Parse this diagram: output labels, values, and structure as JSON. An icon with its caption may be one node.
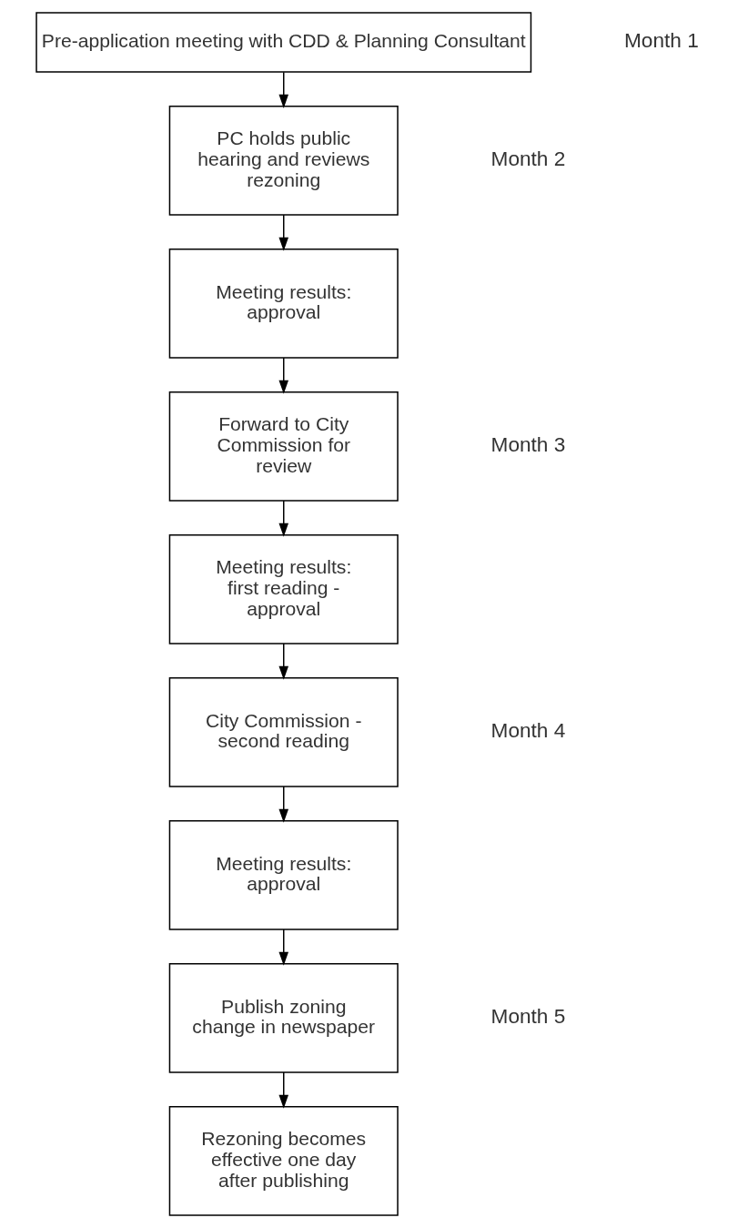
{
  "diagram": {
    "nodes": [
      {
        "text": [
          "Pre-application meeting with CDD & Planning Consultant"
        ]
      },
      {
        "text": [
          "PC holds public hearing and reviews rezoning"
        ]
      },
      {
        "text": [
          "Meeting results: approval"
        ]
      },
      {
        "text": [
          "Forward to City Commission for review"
        ]
      },
      {
        "text": [
          "Meeting results: first reading - approval"
        ]
      },
      {
        "text": [
          "City Commission - second reading"
        ]
      },
      {
        "text": [
          "Meeting results: approval"
        ]
      },
      {
        "text": [
          "Publish zoning change in newspaper"
        ]
      },
      {
        "text": [
          "Rezoning becomes effective one day after publishing"
        ]
      }
    ],
    "edges": [
      {
        "from": 0,
        "to": 1,
        "arrow": "to"
      },
      {
        "from": 1,
        "to": 2,
        "arrow": "to"
      },
      {
        "from": 2,
        "to": 3,
        "arrow": "to"
      },
      {
        "from": 3,
        "to": 4,
        "arrow": "to"
      },
      {
        "from": 4,
        "to": 5,
        "arrow": "to"
      },
      {
        "from": 5,
        "to": 6,
        "arrow": "to"
      },
      {
        "from": 6,
        "to": 7,
        "arrow": "to"
      },
      {
        "from": 7,
        "to": 8,
        "arrow": "to"
      }
    ],
    "labels": [
      "Month 1",
      "Month 2",
      "Month 3",
      "Month 4",
      "Month 5"
    ]
  }
}
